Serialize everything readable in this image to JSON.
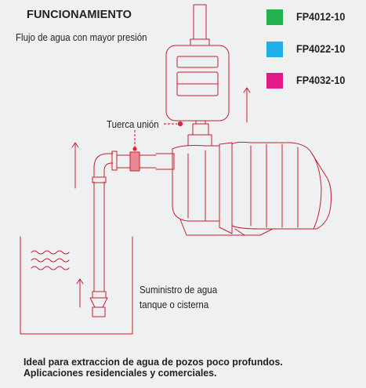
{
  "title": "FUNCIONAMIENTO",
  "subtitle": "Flujo de agua con mayor presión",
  "legend": [
    {
      "label": "FP4012-10",
      "color": "#22b14c"
    },
    {
      "label": "FP4022-10",
      "color": "#1fb0ea"
    },
    {
      "label": "FP4032-10",
      "color": "#e6198a"
    }
  ],
  "callout_label": "Tuerca unión",
  "supply_label": [
    "Suministro de agua",
    "tanque o cisterna"
  ],
  "footer": [
    "Ideal para extraccion de agua de pozos poco profundos.",
    "Aplicaciones residenciales y comerciales."
  ],
  "colors": {
    "line": "#c81e2f",
    "callout": "#e0243a",
    "background": "#eef0f1",
    "text": "#231f20"
  }
}
